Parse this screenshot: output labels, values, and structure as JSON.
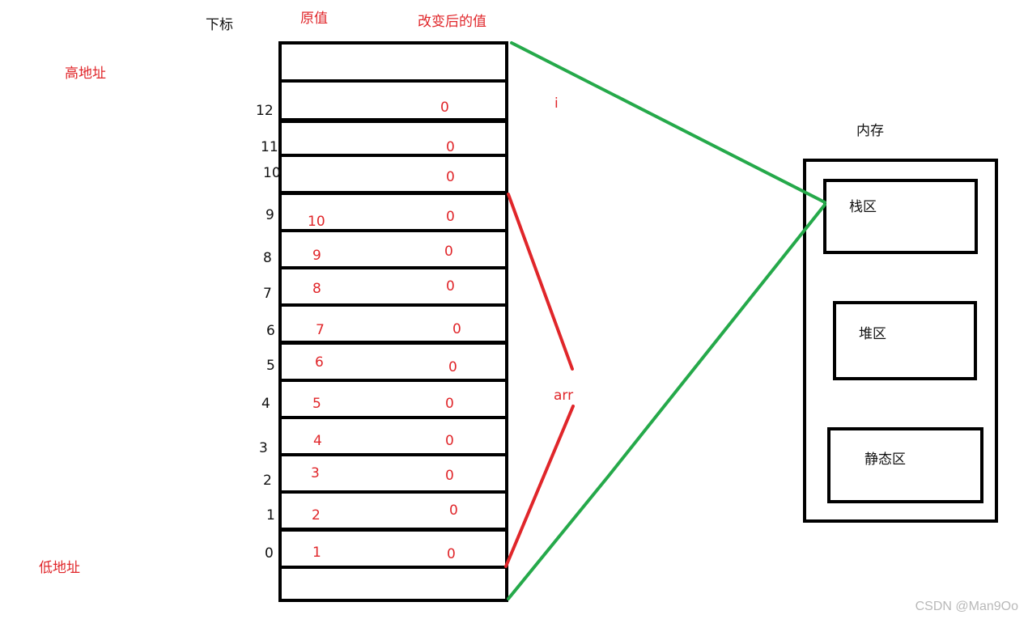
{
  "headers": {
    "index": "下标",
    "original": "原值",
    "changed": "改变后的值"
  },
  "address": {
    "high": "高地址",
    "low": "低地址"
  },
  "var_i": "i",
  "var_arr": "arr",
  "memory": {
    "title": "内存",
    "stack": "栈区",
    "heap": "堆区",
    "static": "静态区"
  },
  "indices": [
    "12",
    "11",
    "10",
    "9",
    "8",
    "7",
    "6",
    "5",
    "4",
    "3",
    "2",
    "1",
    "0"
  ],
  "original_values": [
    "10",
    "9",
    "8",
    "7",
    "6",
    "5",
    "4",
    "3",
    "2",
    "1"
  ],
  "changed_values": [
    "0",
    "0",
    "0",
    "0",
    "0",
    "0",
    "0",
    "0",
    "0",
    "0",
    "0",
    "0",
    "0"
  ],
  "watermark": "CSDN @Man9Oo",
  "colors": {
    "red": "#e0262a",
    "green": "#25a94a",
    "black": "#000000"
  }
}
